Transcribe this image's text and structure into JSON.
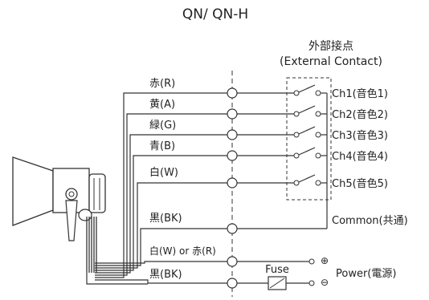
{
  "title": "QN/ QN-H",
  "external_contact": {
    "title_jp": "外部接点",
    "title_en": "(External Contact)"
  },
  "wires": [
    {
      "label": "赤(R)",
      "channel": "Ch1(音色1)"
    },
    {
      "label": "黄(A)",
      "channel": "Ch2(音色2)"
    },
    {
      "label": "緑(G)",
      "channel": "Ch3(音色3)"
    },
    {
      "label": "青(B)",
      "channel": "Ch4(音色4)"
    },
    {
      "label": "白(W)",
      "channel": "Ch5(音色5)"
    }
  ],
  "common": {
    "label": "黒(BK)",
    "text": "Common(共通)"
  },
  "power": {
    "positive_label": "白(W) or 赤(R)",
    "negative_label": "黒(BK)",
    "fuse": "Fuse",
    "plus_symbol": "⊕",
    "minus_symbol": "⊖",
    "text": "Power(電源)"
  }
}
